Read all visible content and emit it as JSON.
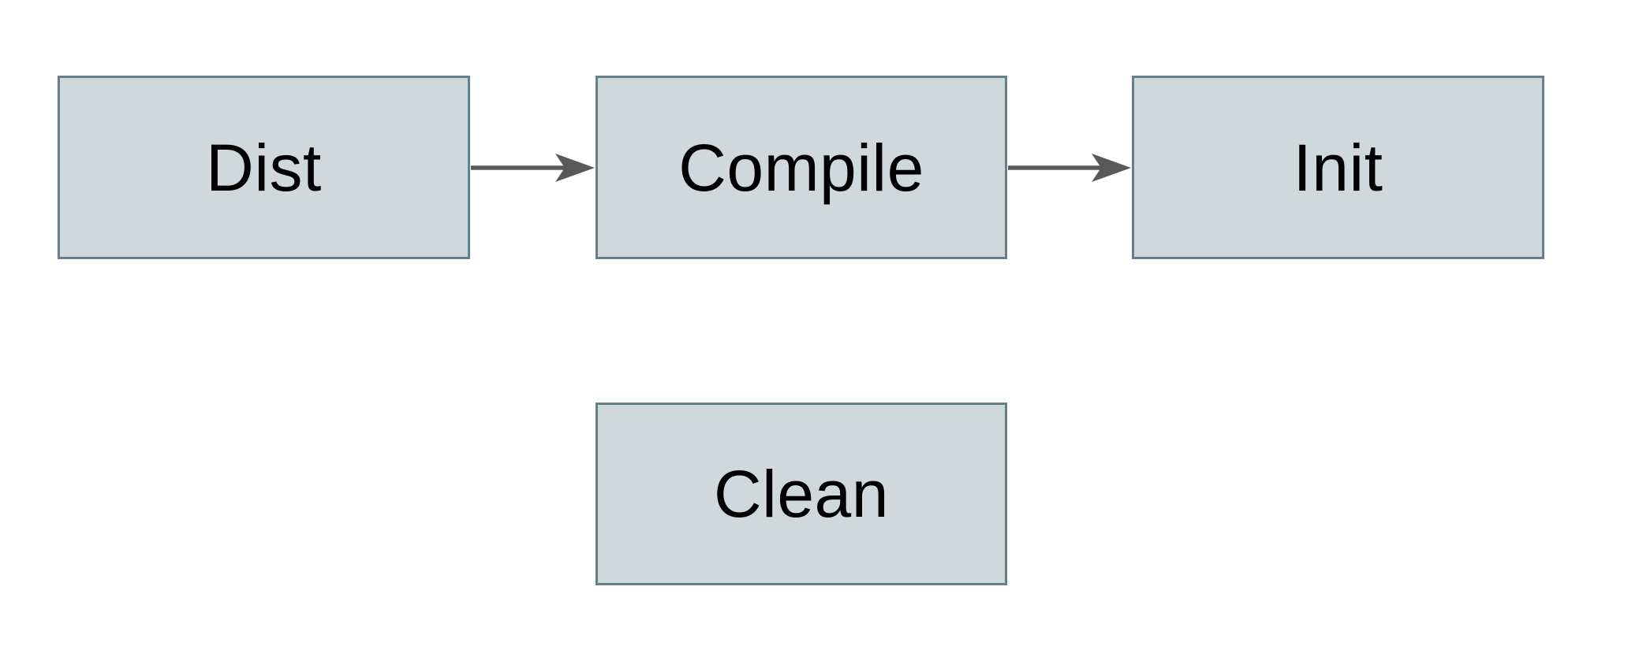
{
  "diagram": {
    "type": "flowchart",
    "nodes": [
      {
        "id": "dist",
        "label": "Dist"
      },
      {
        "id": "compile",
        "label": "Compile"
      },
      {
        "id": "init",
        "label": "Init"
      },
      {
        "id": "clean",
        "label": "Clean"
      }
    ],
    "edges": [
      {
        "from": "dist",
        "to": "compile",
        "style": "arrow-right"
      },
      {
        "from": "compile",
        "to": "init",
        "style": "arrow-right"
      }
    ]
  },
  "colors": {
    "background": "#ffffff",
    "node_fill": "#cfd8da",
    "node_border": "#64808d",
    "arrow": "#595959",
    "text": "#000000"
  }
}
